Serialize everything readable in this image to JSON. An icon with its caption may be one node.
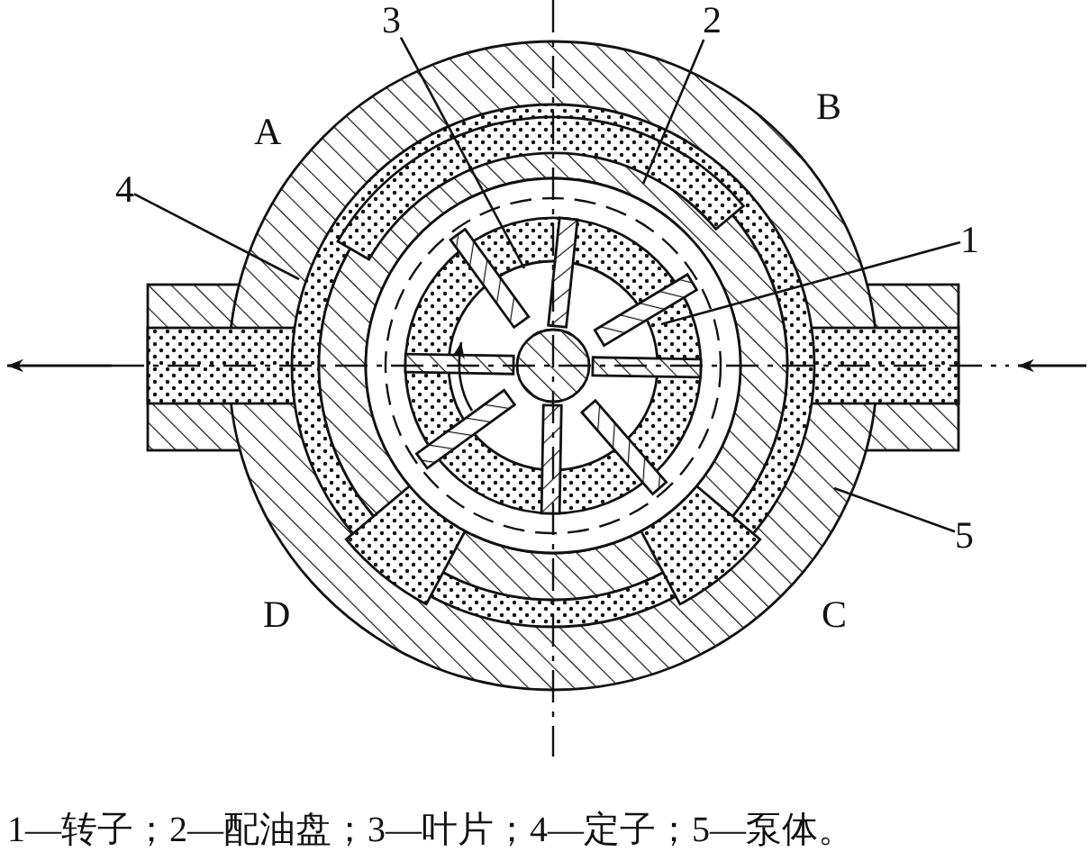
{
  "diagram": {
    "caption": "1—转子；2—配油盘；3—叶片；4—定子；5—泵体。",
    "nodes": [
      {
        "text": [
          "3"
        ]
      },
      {
        "text": [
          "2"
        ]
      },
      {
        "text": [
          "4"
        ]
      },
      {
        "text": [
          "1"
        ]
      },
      {
        "text": [
          "5"
        ]
      }
    ],
    "edges": [
      {
        "from": 0,
        "to": null,
        "arrow": "none"
      },
      {
        "from": 1,
        "to": null,
        "arrow": "none"
      },
      {
        "from": 2,
        "to": null,
        "arrow": "none"
      },
      {
        "from": 3,
        "to": null,
        "arrow": "none"
      },
      {
        "from": 4,
        "to": null,
        "arrow": "none"
      }
    ],
    "labels": [
      "A",
      "B",
      "D",
      "C"
    ]
  }
}
